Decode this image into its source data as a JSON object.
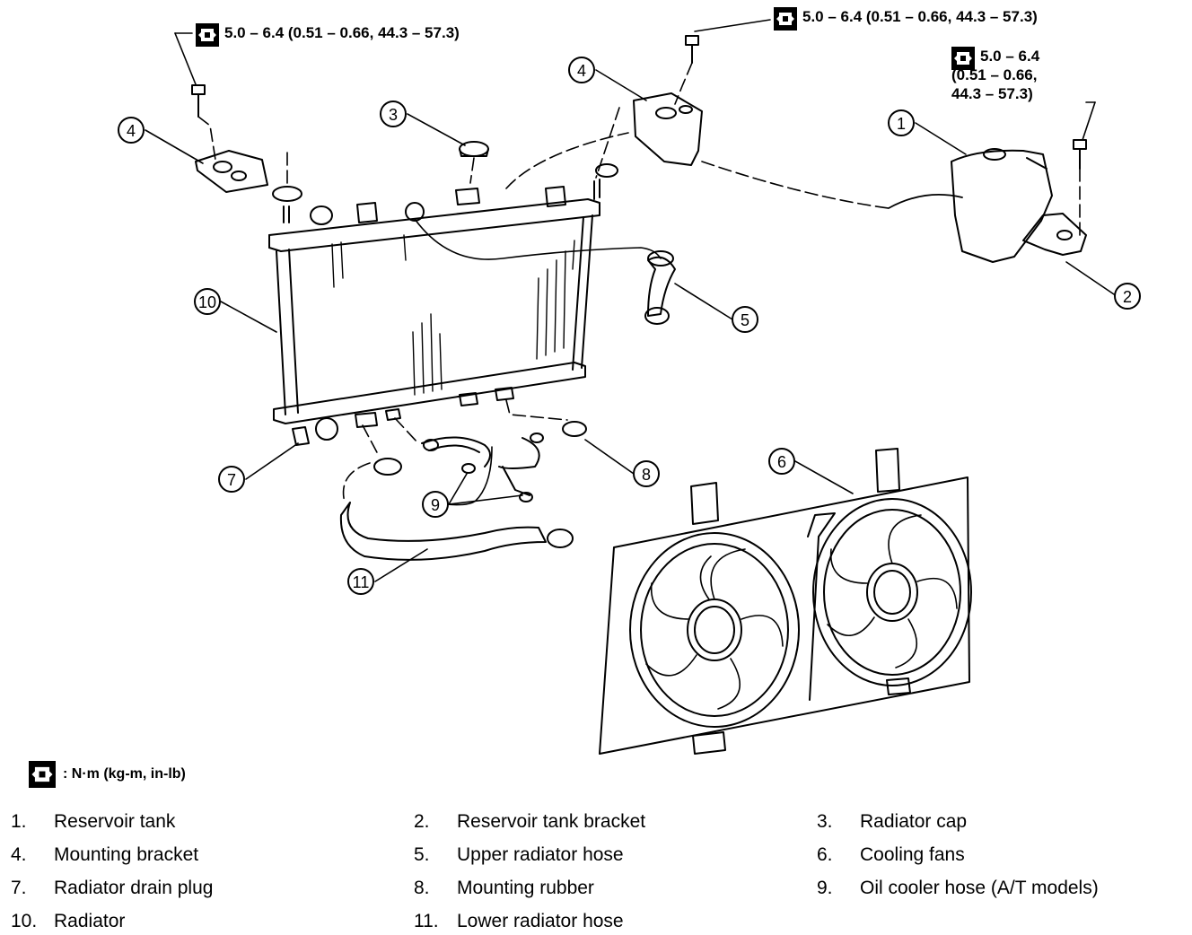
{
  "torque_specs": {
    "left_bolt": "5.0 – 6.4 (0.51 – 0.66, 44.3 – 57.3)",
    "top_right_bolt": "5.0 – 6.4 (0.51 – 0.66, 44.3 – 57.3)",
    "reservoir_bolt": {
      "line1": "5.0 – 6.4",
      "line2": "(0.51 – 0.66,",
      "line3": "44.3 – 57.3)"
    }
  },
  "legend": {
    "unit_text": ": N·m (kg-m, in-lb)",
    "icon": "torque-wrench-icon"
  },
  "callouts": [
    "1",
    "2",
    "3",
    "4",
    "4",
    "5",
    "6",
    "7",
    "8",
    "9",
    "10",
    "11"
  ],
  "parts": [
    {
      "num": "1.",
      "name": "Reservoir tank"
    },
    {
      "num": "2.",
      "name": "Reservoir tank bracket"
    },
    {
      "num": "3.",
      "name": "Radiator cap"
    },
    {
      "num": "4.",
      "name": "Mounting bracket"
    },
    {
      "num": "5.",
      "name": "Upper radiator hose"
    },
    {
      "num": "6.",
      "name": "Cooling fans"
    },
    {
      "num": "7.",
      "name": "Radiator drain plug"
    },
    {
      "num": "8.",
      "name": "Mounting rubber"
    },
    {
      "num": "9.",
      "name": "Oil cooler hose (A/T models)"
    },
    {
      "num": "10.",
      "name": "Radiator"
    },
    {
      "num": "11.",
      "name": "Lower radiator hose"
    }
  ]
}
